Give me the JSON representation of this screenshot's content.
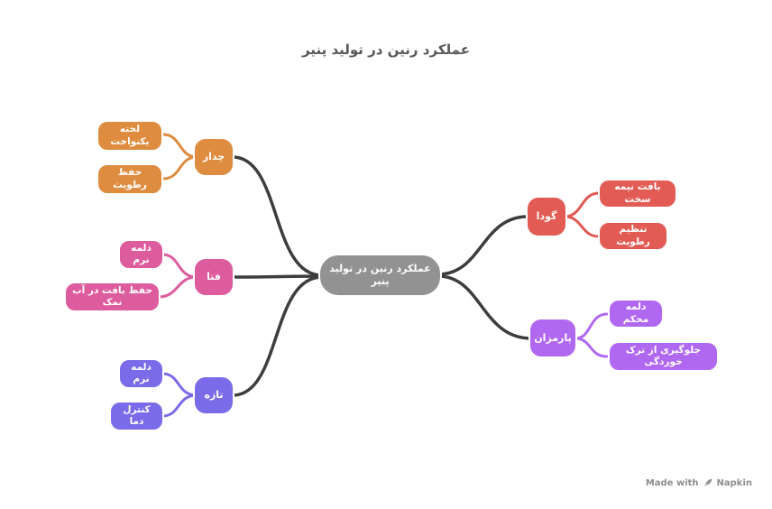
{
  "title": "عملکرد رنین در تولید پنیر",
  "central": {
    "label": "عملکرد رنین در تولید پنیر",
    "color": "#929292"
  },
  "branches": [
    {
      "label": "چدار",
      "color": "#DE8C3F",
      "children": [
        {
          "label": "لخته یکنواخت"
        },
        {
          "label": "حفظ رطوبت"
        }
      ]
    },
    {
      "label": "فتا",
      "color": "#DD5C9E",
      "children": [
        {
          "label": "دلمه نرم"
        },
        {
          "label": "حفظ بافت در آب نمک"
        }
      ]
    },
    {
      "label": "تازه",
      "color": "#7A6BE8",
      "children": [
        {
          "label": "دلمه نرم"
        },
        {
          "label": "کنترل دما"
        }
      ]
    },
    {
      "label": "گودا",
      "color": "#E25B55",
      "children": [
        {
          "label": "بافت نیمه سخت"
        },
        {
          "label": "تنظیم رطوبت"
        }
      ]
    },
    {
      "label": "پارمزان",
      "color": "#B168F0",
      "children": [
        {
          "label": "دلمه محکم"
        },
        {
          "label": "جلوگیری از ترک خوردگی"
        }
      ]
    }
  ],
  "connector_color": "#3D3D3D",
  "footer": {
    "made_with": "Made with",
    "brand": "Napkin",
    "icon": "feather-icon"
  }
}
